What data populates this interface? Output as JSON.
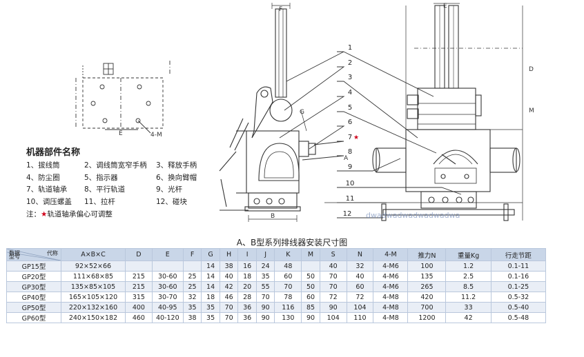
{
  "parts_title": "机器部件名称",
  "parts": [
    [
      "1、拔线筒",
      "2、调线筒宽窄手柄",
      "3、释放手柄"
    ],
    [
      "4、防尘圈",
      "5、指示器",
      "6、换向臂帽"
    ],
    [
      "7、轨道轴承",
      "8、平行轨道",
      "9、光杆"
    ],
    [
      "10、调压螺盖",
      "11、拉杆",
      "12、碰块"
    ]
  ],
  "note": {
    "prefix": "注：",
    "star": "★",
    "text": "轨道轴承偏心可调整"
  },
  "callouts": [
    "1",
    "2",
    "3",
    "4",
    "5",
    "6",
    "7",
    "8",
    "9",
    "10",
    "11",
    "12"
  ],
  "callout7_star": "★",
  "dim_labels": {
    "F": "F",
    "E": "E",
    "D": "D",
    "M": "M",
    "G": "G",
    "B": "B",
    "A": "A",
    "fourM": "4-M",
    "E2": "E"
  },
  "watermark": "dwadwadwadwadwadwa",
  "table_caption": "A、B型系列排线器安装尺寸图",
  "table": {
    "corner": {
      "top": "代称",
      "mid": "数据",
      "bottom": "型号"
    },
    "headers": [
      "A×B×C",
      "D",
      "E",
      "F",
      "G",
      "H",
      "I",
      "J",
      "K",
      "M",
      "S",
      "N",
      "4-M",
      "推力N",
      "重量Kg",
      "行走节距"
    ],
    "rows": [
      [
        "GP15型",
        "92×52×66",
        "",
        "",
        "",
        "14",
        "38",
        "16",
        "24",
        "48",
        "",
        "40",
        "32",
        "4-M6",
        "100",
        "1.2",
        "0.1-11"
      ],
      [
        "GP20型",
        "111×68×85",
        "215",
        "30-60",
        "25",
        "14",
        "40",
        "18",
        "35",
        "60",
        "50",
        "70",
        "40",
        "4-M6",
        "135",
        "2.5",
        "0.1-16"
      ],
      [
        "GP30型",
        "135×85×105",
        "215",
        "30-60",
        "25",
        "14",
        "42",
        "20",
        "55",
        "70",
        "50",
        "70",
        "60",
        "4-M6",
        "265",
        "8.5",
        "0.1-25"
      ],
      [
        "GP40型",
        "165×105×120",
        "315",
        "30-70",
        "32",
        "18",
        "46",
        "28",
        "70",
        "78",
        "60",
        "72",
        "72",
        "4-M8",
        "420",
        "11.2",
        "0.5-32"
      ],
      [
        "GP50型",
        "220×132×160",
        "400",
        "40-95",
        "35",
        "35",
        "70",
        "36",
        "90",
        "116",
        "85",
        "90",
        "104",
        "4-M8",
        "700",
        "33",
        "0.5-40"
      ],
      [
        "GP60型",
        "240×150×182",
        "460",
        "40-120",
        "38",
        "35",
        "70",
        "36",
        "90",
        "130",
        "90",
        "104",
        "110",
        "4-M8",
        "1200",
        "42",
        "0.5-48"
      ]
    ]
  }
}
